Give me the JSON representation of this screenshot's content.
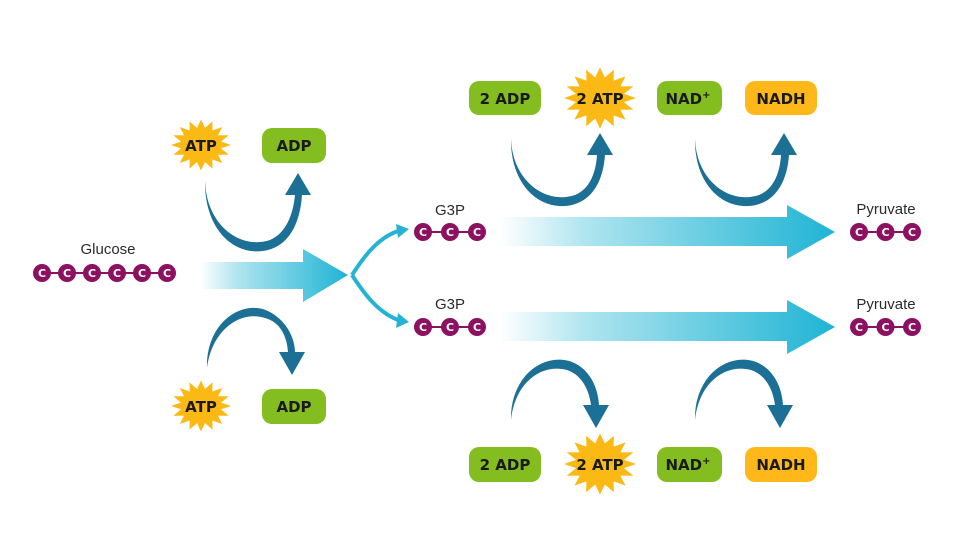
{
  "colors": {
    "carbon": "#8c1160",
    "green_chip": "#84bd1f",
    "yellow_chip": "#ffb819",
    "star": "#fbb915",
    "curve_arrow": "#1c7095",
    "flow_arrow_end": "#1eb4d4"
  },
  "glucose": {
    "label": "Glucose",
    "carbons": [
      "C",
      "C",
      "C",
      "C",
      "C",
      "C"
    ]
  },
  "investment": {
    "top": {
      "atp": "ATP",
      "adp": "ADP"
    },
    "bottom": {
      "atp": "ATP",
      "adp": "ADP"
    }
  },
  "g3p": [
    {
      "label": "G3P",
      "carbons": [
        "C",
        "C",
        "C"
      ]
    },
    {
      "label": "G3P",
      "carbons": [
        "C",
        "C",
        "C"
      ]
    }
  ],
  "payoff": [
    {
      "adp": "2 ADP",
      "atp": "2 ATP",
      "nad": "NAD",
      "nad_sup": "+",
      "nadh": "NADH"
    },
    {
      "adp": "2 ADP",
      "atp": "2 ATP",
      "nad": "NAD",
      "nad_sup": "+",
      "nadh": "NADH"
    }
  ],
  "pyruvate": [
    {
      "label": "Pyruvate",
      "carbons": [
        "C",
        "C",
        "C"
      ]
    },
    {
      "label": "Pyruvate",
      "carbons": [
        "C",
        "C",
        "C"
      ]
    }
  ]
}
